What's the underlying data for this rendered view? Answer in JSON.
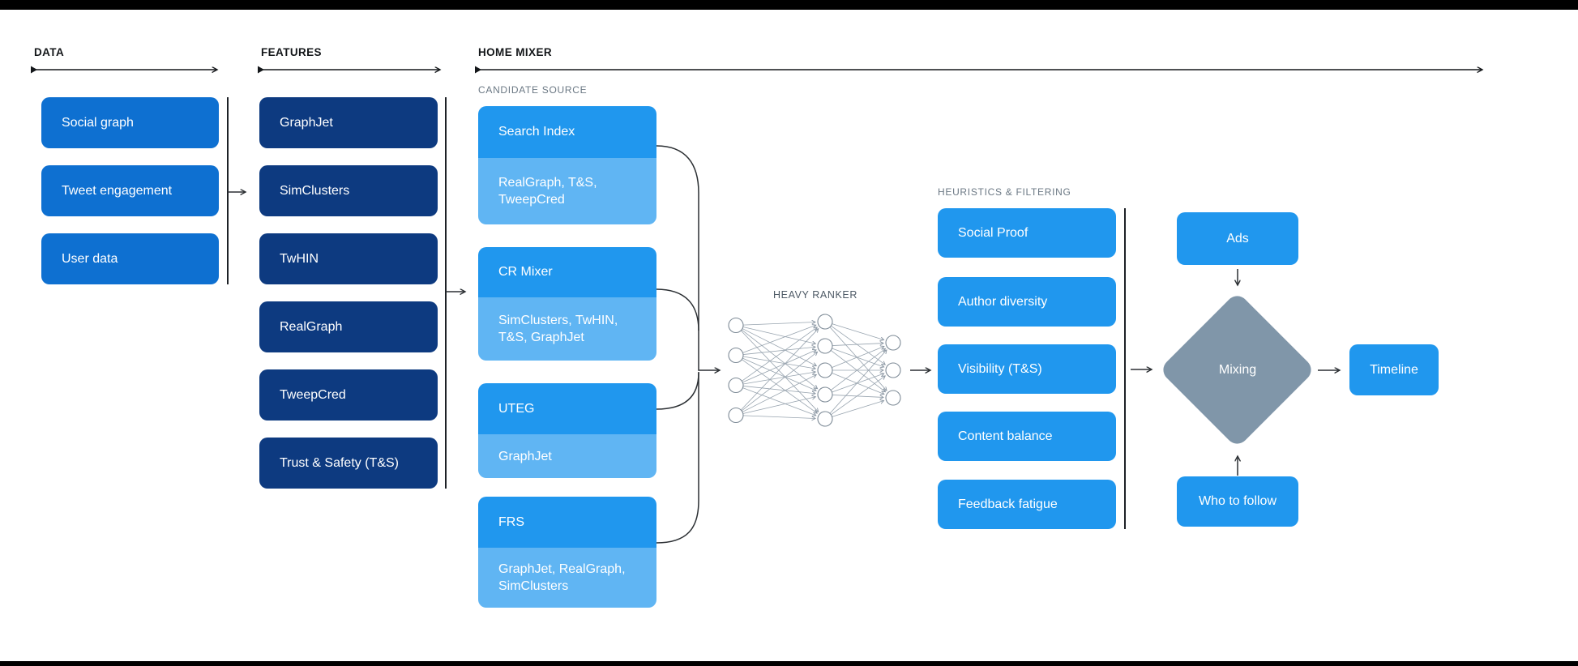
{
  "sections": {
    "data": {
      "label": "DATA",
      "items": [
        "Social graph",
        "Tweet engagement",
        "User data"
      ]
    },
    "features": {
      "label": "FEATURES",
      "items": [
        "GraphJet",
        "SimClusters",
        "TwHIN",
        "RealGraph",
        "TweepCred",
        "Trust & Safety (T&S)"
      ]
    },
    "home_mixer": {
      "label": "HOME MIXER",
      "candidate_source": {
        "label": "CANDIDATE SOURCE",
        "groups": [
          {
            "name": "Search Index",
            "sources": "RealGraph, T&S, TweepCred"
          },
          {
            "name": "CR Mixer",
            "sources": "SimClusters, TwHIN, T&S, GraphJet"
          },
          {
            "name": "UTEG",
            "sources": "GraphJet"
          },
          {
            "name": "FRS",
            "sources": "GraphJet, RealGraph, SimClusters"
          }
        ]
      },
      "heavy_ranker": {
        "label": "HEAVY RANKER",
        "layers": [
          4,
          5,
          3
        ]
      },
      "heuristics": {
        "label": "HEURISTICS & FILTERING",
        "items": [
          "Social Proof",
          "Author diversity",
          "Visibility (T&S)",
          "Content balance",
          "Feedback fatigue"
        ]
      },
      "output": {
        "ads": "Ads",
        "mixing": "Mixing",
        "who_to_follow": "Who to follow",
        "timeline": "Timeline"
      }
    }
  },
  "colors": {
    "data_box": "#0e70d1",
    "features_box": "#0d3a80",
    "source_header": "#2097ee",
    "source_sub": "#60b5f3",
    "filter_box": "#2097ee",
    "mix_diamond": "#8096a9",
    "heading_dark": "#14171a",
    "label_gray": "#6b7884",
    "ranker_label": "#4e5a66"
  }
}
